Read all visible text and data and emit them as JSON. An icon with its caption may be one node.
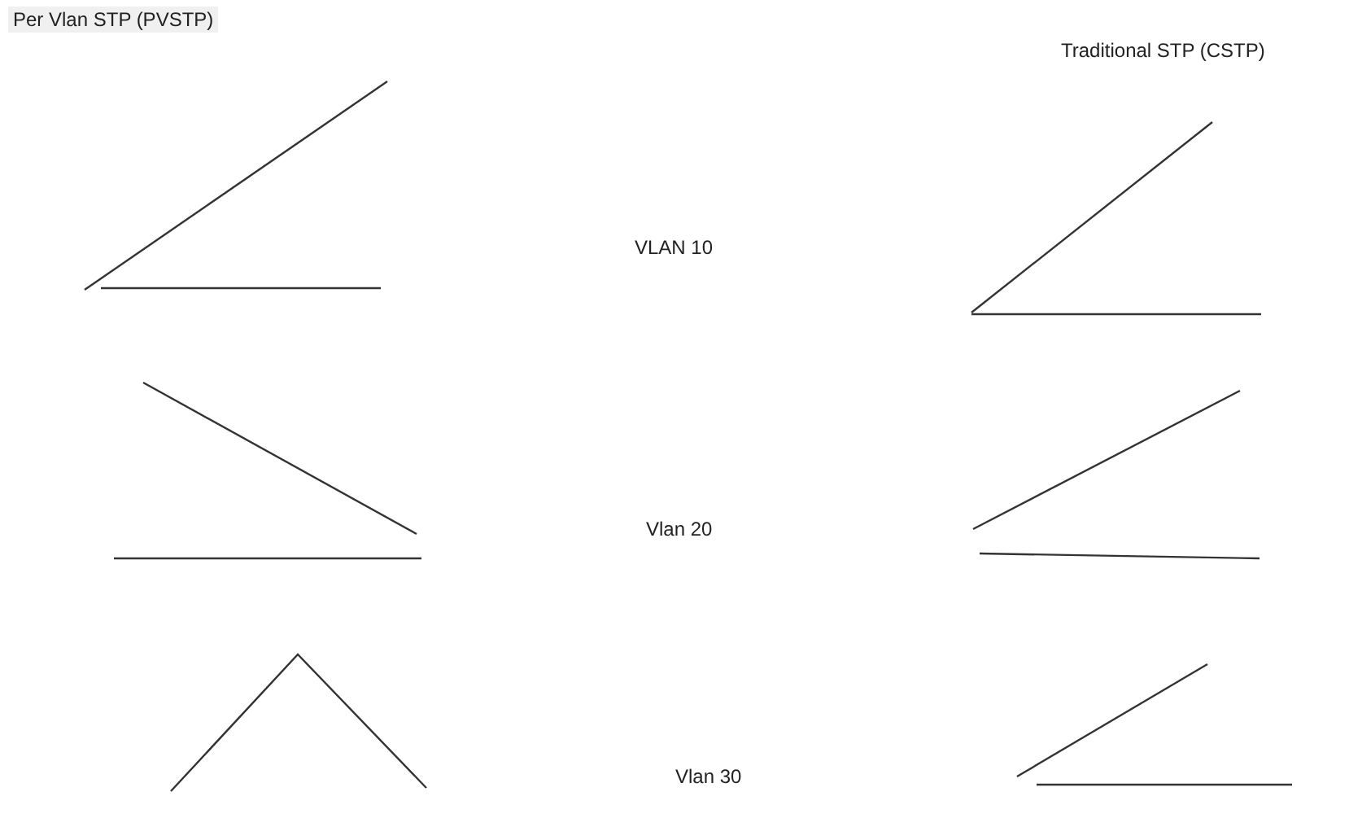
{
  "diagram": {
    "labels": [
      "Per Vlan STP (PVSTP)",
      "Traditional STP (CSTP)",
      "VLAN 10",
      "Vlan 20",
      "Vlan 30"
    ]
  }
}
